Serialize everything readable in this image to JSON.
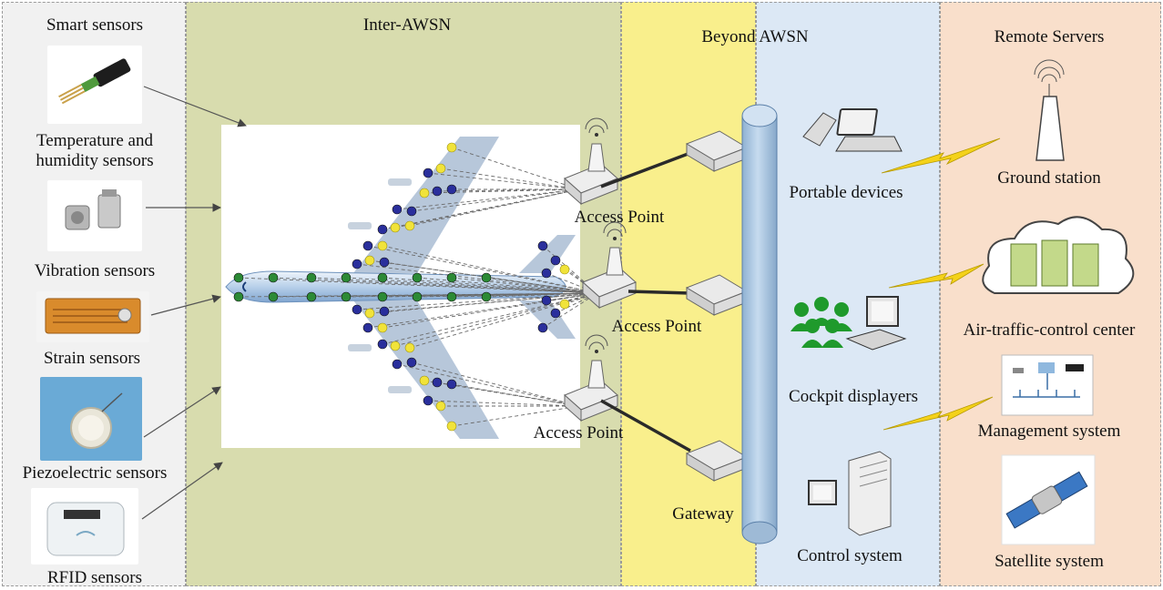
{
  "zones": {
    "sensors_title": "Smart sensors",
    "inter_title": "Inter-AWSN",
    "beyond_title": "Beyond AWSN",
    "remote_title": "Remote Servers"
  },
  "sensors": [
    {
      "label": "Temperature and\nhumidity sensors"
    },
    {
      "label": "Vibration sensors"
    },
    {
      "label": "Strain sensors"
    },
    {
      "label": "Piezoelectric sensors"
    },
    {
      "label": "RFID sensors"
    }
  ],
  "network": {
    "access_point_1": "Access Point",
    "access_point_2": "Access Point",
    "access_point_3": "Access Point",
    "gateway": "Gateway"
  },
  "beyond": {
    "portable": "Portable devices",
    "cockpit": "Cockpit displayers",
    "control": "Control system"
  },
  "remote": {
    "ground": "Ground station",
    "atc": "Air-traffic-control center",
    "management": "Management system",
    "satellite": "Satellite system"
  },
  "colors": {
    "sensors_bg": "#f1f1f1",
    "inter_bg": "#d8dcae",
    "beyond_yellow": "#f9ef8c",
    "beyond_blue": "#dce8f5",
    "remote_bg": "#f9dfcb",
    "node_blue": "#2a2f9c",
    "node_yellow": "#f1e33a",
    "node_green": "#2c8a35",
    "bus": "#a9c3dc"
  }
}
